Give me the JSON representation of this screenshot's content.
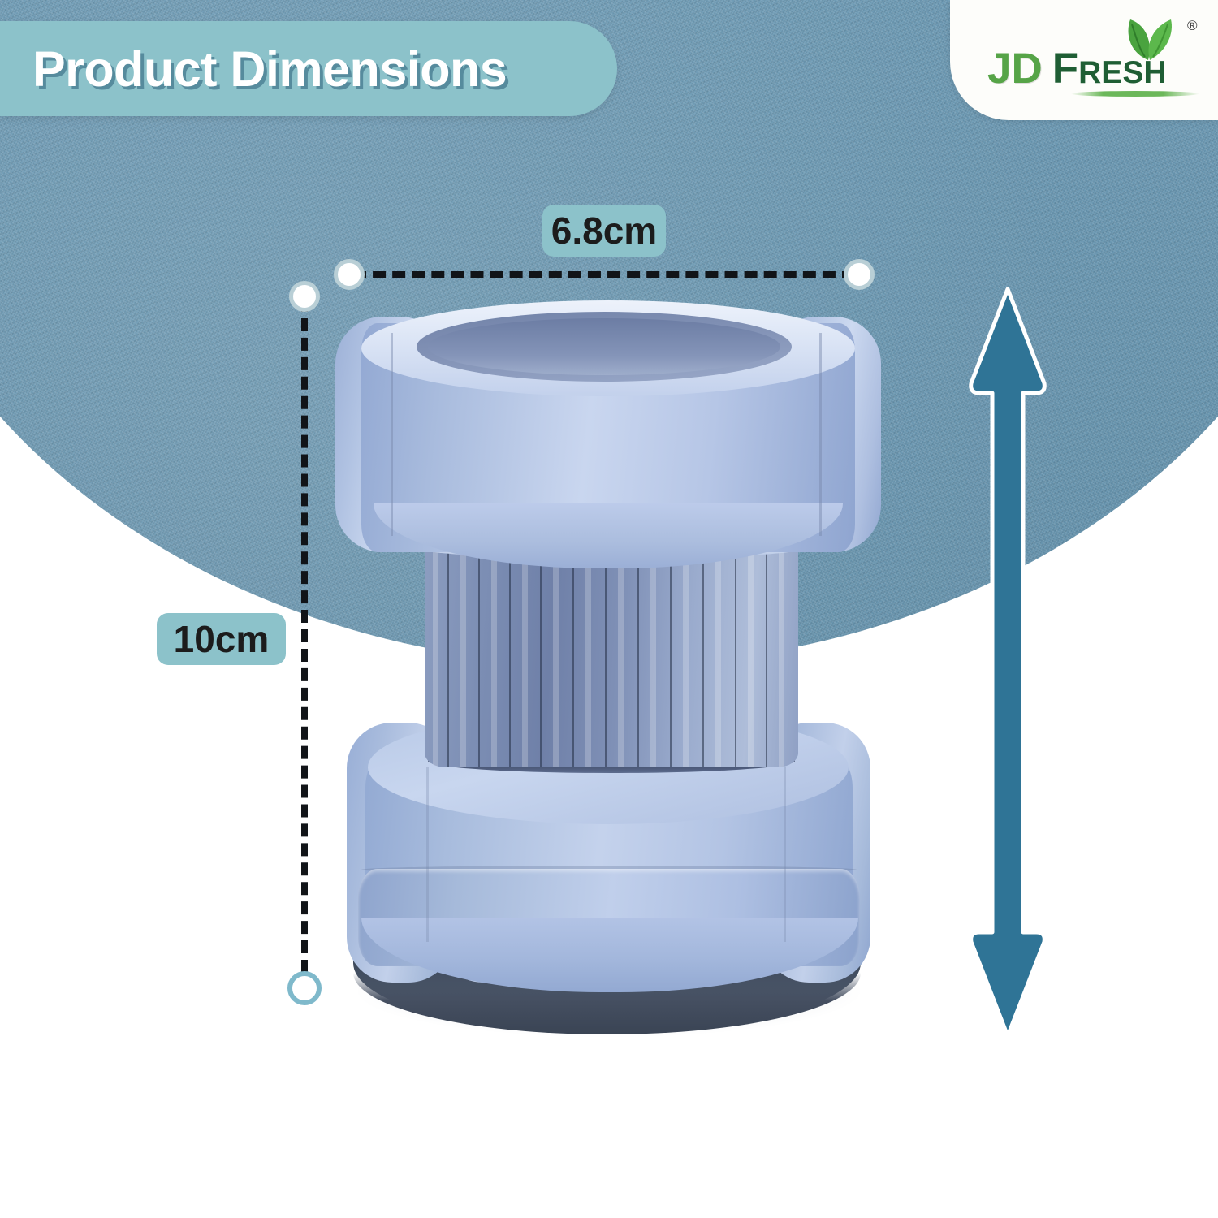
{
  "banner": {
    "title": "Product Dimensions"
  },
  "brand": {
    "name_part1": "JD",
    "name_part2_cap": "F",
    "name_part2_rest": "RESH",
    "trademark": "®",
    "leaf_icon": "leaf-icon",
    "color_light_green": "#56a447",
    "color_dark_green": "#1f5e34"
  },
  "dimensions": {
    "width_label": "6.8cm",
    "height_label": "10cm",
    "unit": "cm",
    "width_value": 6.8,
    "height_value": 10
  },
  "theme": {
    "background_teal": "#6d9ab4",
    "banner_teal": "#8cc2ca",
    "badge_teal": "#8cc2ca",
    "arrow_blue": "#2f7496",
    "marker_ring": "#b9cfd6",
    "dash_black": "#111418",
    "product_blue": "#b6c6e6",
    "product_dark": "#3a4663"
  },
  "product": {
    "name": "product-photo",
    "parts": {
      "top_collar": "scalloped-top-collar",
      "blade_section": "ribbed-blade-section",
      "base": "scalloped-base",
      "foot": "rubber-foot"
    }
  },
  "arrow": {
    "name": "height-double-arrow",
    "direction": "vertical-double"
  }
}
